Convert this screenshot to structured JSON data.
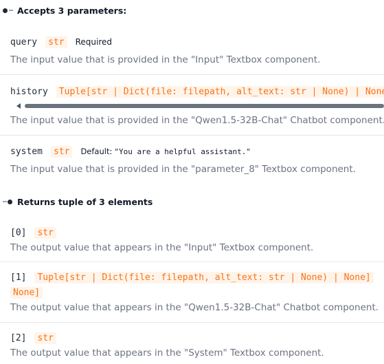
{
  "params_header": "Accepts 3 parameters:",
  "params": [
    {
      "name": "query",
      "type": "str",
      "required": "Required",
      "description": "The input value that is provided in the \"Input\" Textbox component."
    },
    {
      "name": "history",
      "type": "Tuple[str | Dict(file: filepath, alt_text: str | None) | None]",
      "description": "The input value that is provided in the \"Qwen1.5-32B-Chat\" Chatbot component."
    },
    {
      "name": "system",
      "type": "str",
      "default_label": "Default:",
      "default_value": "\"You are a helpful assistant.\"",
      "description": "The input value that is provided in the \"parameter_8\" Textbox component."
    }
  ],
  "returns_header": "Returns tuple of 3 elements",
  "returns": [
    {
      "index": "[0]",
      "type": "str",
      "description": "The output value that appears in the \"Input\" Textbox component."
    },
    {
      "index": "[1]",
      "type_line1": "Tuple[str | Dict(file: filepath, alt_text: str | None) | None]",
      "type_line2": "None]",
      "description": "The output value that appears in the \"Qwen1.5-32B-Chat\" Chatbot component."
    },
    {
      "index": "[2]",
      "type": "str",
      "description": "The output value that appears in the \"System\" Textbox component."
    }
  ]
}
